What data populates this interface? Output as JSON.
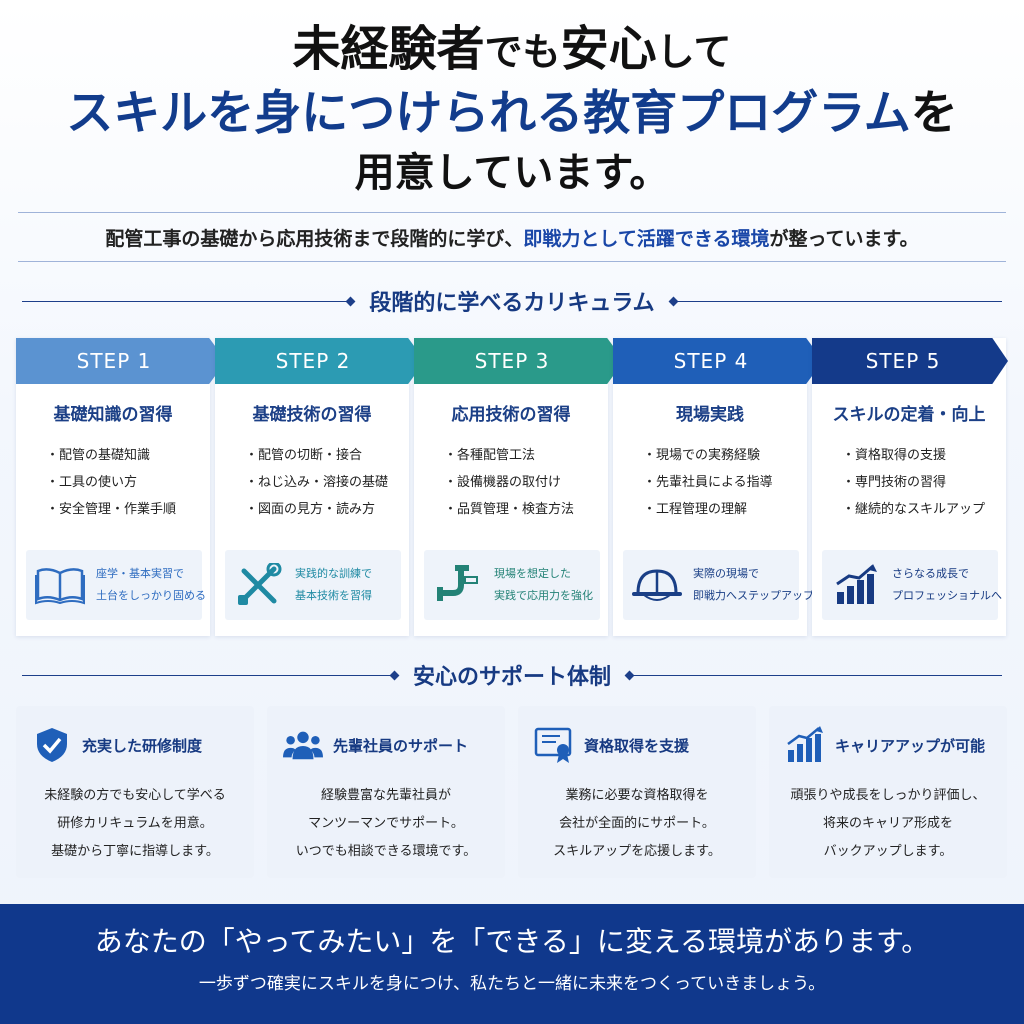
{
  "headline": {
    "line1_a": "未経験者",
    "line1_b": "でも",
    "line1_c": "安心",
    "line1_d": "して",
    "line2_a": "スキルを身につけられる教育プログラム",
    "line2_b": "を",
    "line3": "用意しています。"
  },
  "subtitle": {
    "pre": "配管工事の基礎から応用技術まで段階的に学び、",
    "accent": "即戦力として活躍できる環境",
    "post": "が整っています。"
  },
  "curriculum": {
    "title": "段階的に学べるカリキュラム",
    "steps": [
      {
        "label": "STEP 1",
        "title": "基礎知識の習得",
        "items": [
          "配管の基礎知識",
          "工具の使い方",
          "安全管理・作業手順"
        ],
        "note1": "座学・基本実習で",
        "note2": "土台をしっかり固める",
        "icon": "open-book-icon",
        "color": "#5b93d1",
        "note_color": "#2e6cc0"
      },
      {
        "label": "STEP 2",
        "title": "基礎技術の習得",
        "items": [
          "配管の切断・接合",
          "ねじ込み・溶接の基礎",
          "図面の見方・読み方"
        ],
        "note1": "実践的な訓練で",
        "note2": "基本技術を習得",
        "icon": "wrench-screwdriver-icon",
        "color": "#2c9bb3",
        "note_color": "#1f8aa3"
      },
      {
        "label": "STEP 3",
        "title": "応用技術の習得",
        "items": [
          "各種配管工法",
          "設備機器の取付け",
          "品質管理・検査方法"
        ],
        "note1": "現場を想定した",
        "note2": "実践で応用力を強化",
        "icon": "pipe-fitting-icon",
        "color": "#2a9a8a",
        "note_color": "#238276"
      },
      {
        "label": "STEP 4",
        "title": "現場実践",
        "items": [
          "現場での実務経験",
          "先輩社員による指導",
          "工程管理の理解"
        ],
        "note1": "実際の現場で",
        "note2": "即戦力へステップアップ",
        "icon": "hard-hat-icon",
        "color": "#1f5fb8",
        "note_color": "#1a3f86"
      },
      {
        "label": "STEP 5",
        "title": "スキルの定着・向上",
        "items": [
          "資格取得の支援",
          "専門技術の習得",
          "継続的なスキルアップ"
        ],
        "note1": "さらなる成長で",
        "note2": "プロフェッショナルへ",
        "icon": "growth-chart-icon",
        "color": "#143a8a",
        "note_color": "#173a82"
      }
    ]
  },
  "support": {
    "title": "安心のサポート体制",
    "cards": [
      {
        "title": "充実した研修制度",
        "lines": [
          "未経験の方でも安心して学べる",
          "研修カリキュラムを用意。",
          "基礎から丁寧に指導します。"
        ],
        "icon": "shield-check-icon"
      },
      {
        "title": "先輩社員のサポート",
        "lines": [
          "経験豊富な先輩社員が",
          "マンツーマンでサポート。",
          "いつでも相談できる環境です。"
        ],
        "icon": "people-group-icon"
      },
      {
        "title": "資格取得を支援",
        "lines": [
          "業務に必要な資格取得を",
          "会社が全面的にサポート。",
          "スキルアップを応援します。"
        ],
        "icon": "certificate-icon"
      },
      {
        "title": "キャリアアップが可能",
        "lines": [
          "頑張りや成長をしっかり評価し、",
          "将来のキャリア形成を",
          "バックアップします。"
        ],
        "icon": "bar-chart-up-icon"
      }
    ]
  },
  "banner": {
    "line1": "あなたの「やってみたい」を「できる」に変える環境があります。",
    "line2": "一歩ずつ確実にスキルを身につけ、私たちと一緒に未来をつくっていきましょう。"
  }
}
